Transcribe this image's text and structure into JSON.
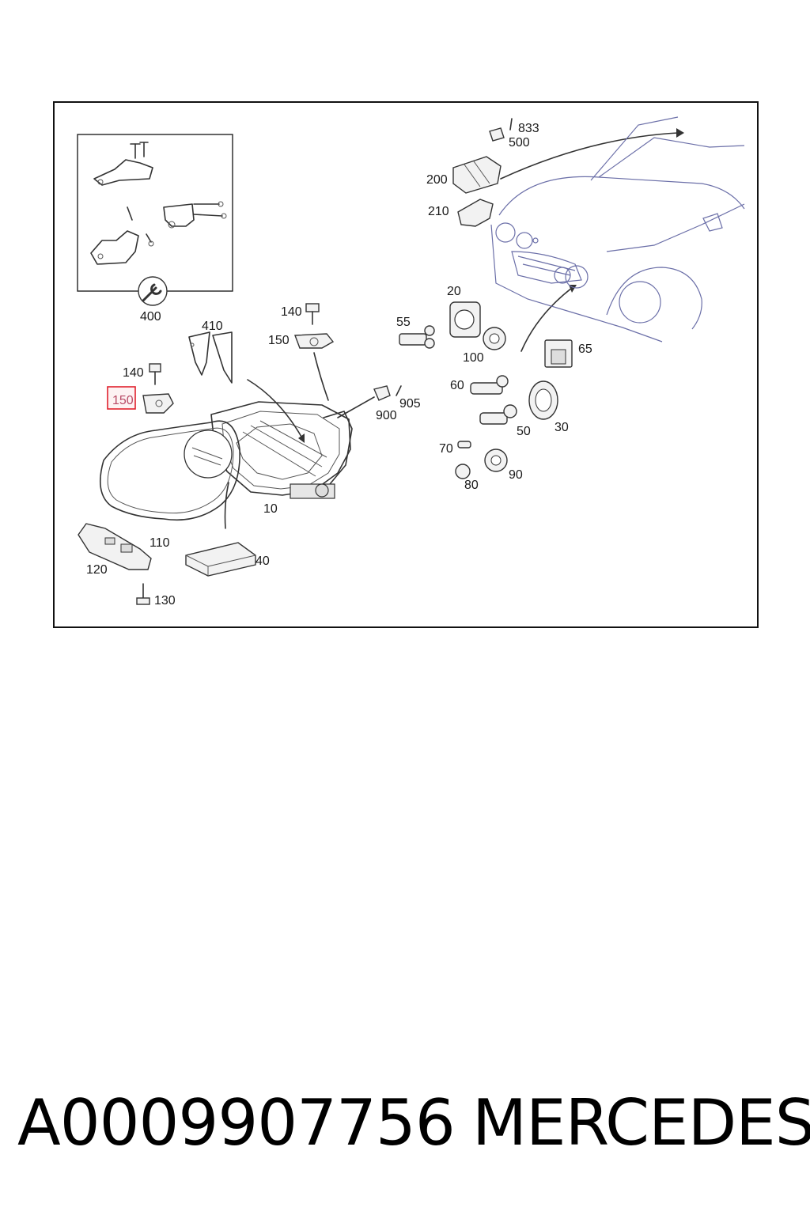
{
  "diagram": {
    "labels": {
      "l833": "833",
      "l500": "500",
      "l200": "200",
      "l210": "210",
      "l20": "20",
      "l55": "55",
      "l100": "100",
      "l65": "65",
      "l60": "60",
      "l50": "50",
      "l30": "30",
      "l70": "70",
      "l80": "80",
      "l90": "90",
      "l900": "900",
      "l905": "905",
      "l140a": "140",
      "l150a": "150",
      "l410": "410",
      "l400": "400",
      "l140b": "140",
      "l150b": "150",
      "l10": "10",
      "l110": "110",
      "l120": "120",
      "l130": "130",
      "l40": "40"
    },
    "highlighted_part": "150",
    "highlight_color": "#e0212c"
  },
  "caption": {
    "part_number": "A0009907756",
    "brand": "MERCEDES"
  }
}
